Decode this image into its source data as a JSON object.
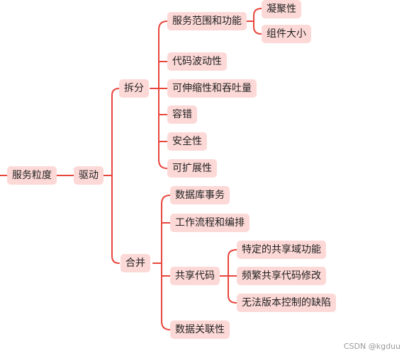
{
  "colors": {
    "line": "#e8453c",
    "node_fill": "#fcd9d7",
    "text": "#222222"
  },
  "mindmap": {
    "root": "服务粒度",
    "level1": "驱动",
    "split": {
      "label": "拆分",
      "service_scope": {
        "label": "服务范围和功能",
        "children": [
          "凝聚性",
          "组件大小"
        ]
      },
      "items": [
        "代码波动性",
        "可伸缩性和吞吐量",
        "容错",
        "安全性",
        "可扩展性"
      ]
    },
    "merge": {
      "label": "合并",
      "items": [
        "数据库事务",
        "工作流程和编排"
      ],
      "shared_code": {
        "label": "共享代码",
        "children": [
          "特定的共享域功能",
          "频繁共享代码修改",
          "无法版本控制的缺陷"
        ]
      },
      "data_relation": "数据关联性"
    }
  },
  "watermark": "CSDN @kgduu"
}
